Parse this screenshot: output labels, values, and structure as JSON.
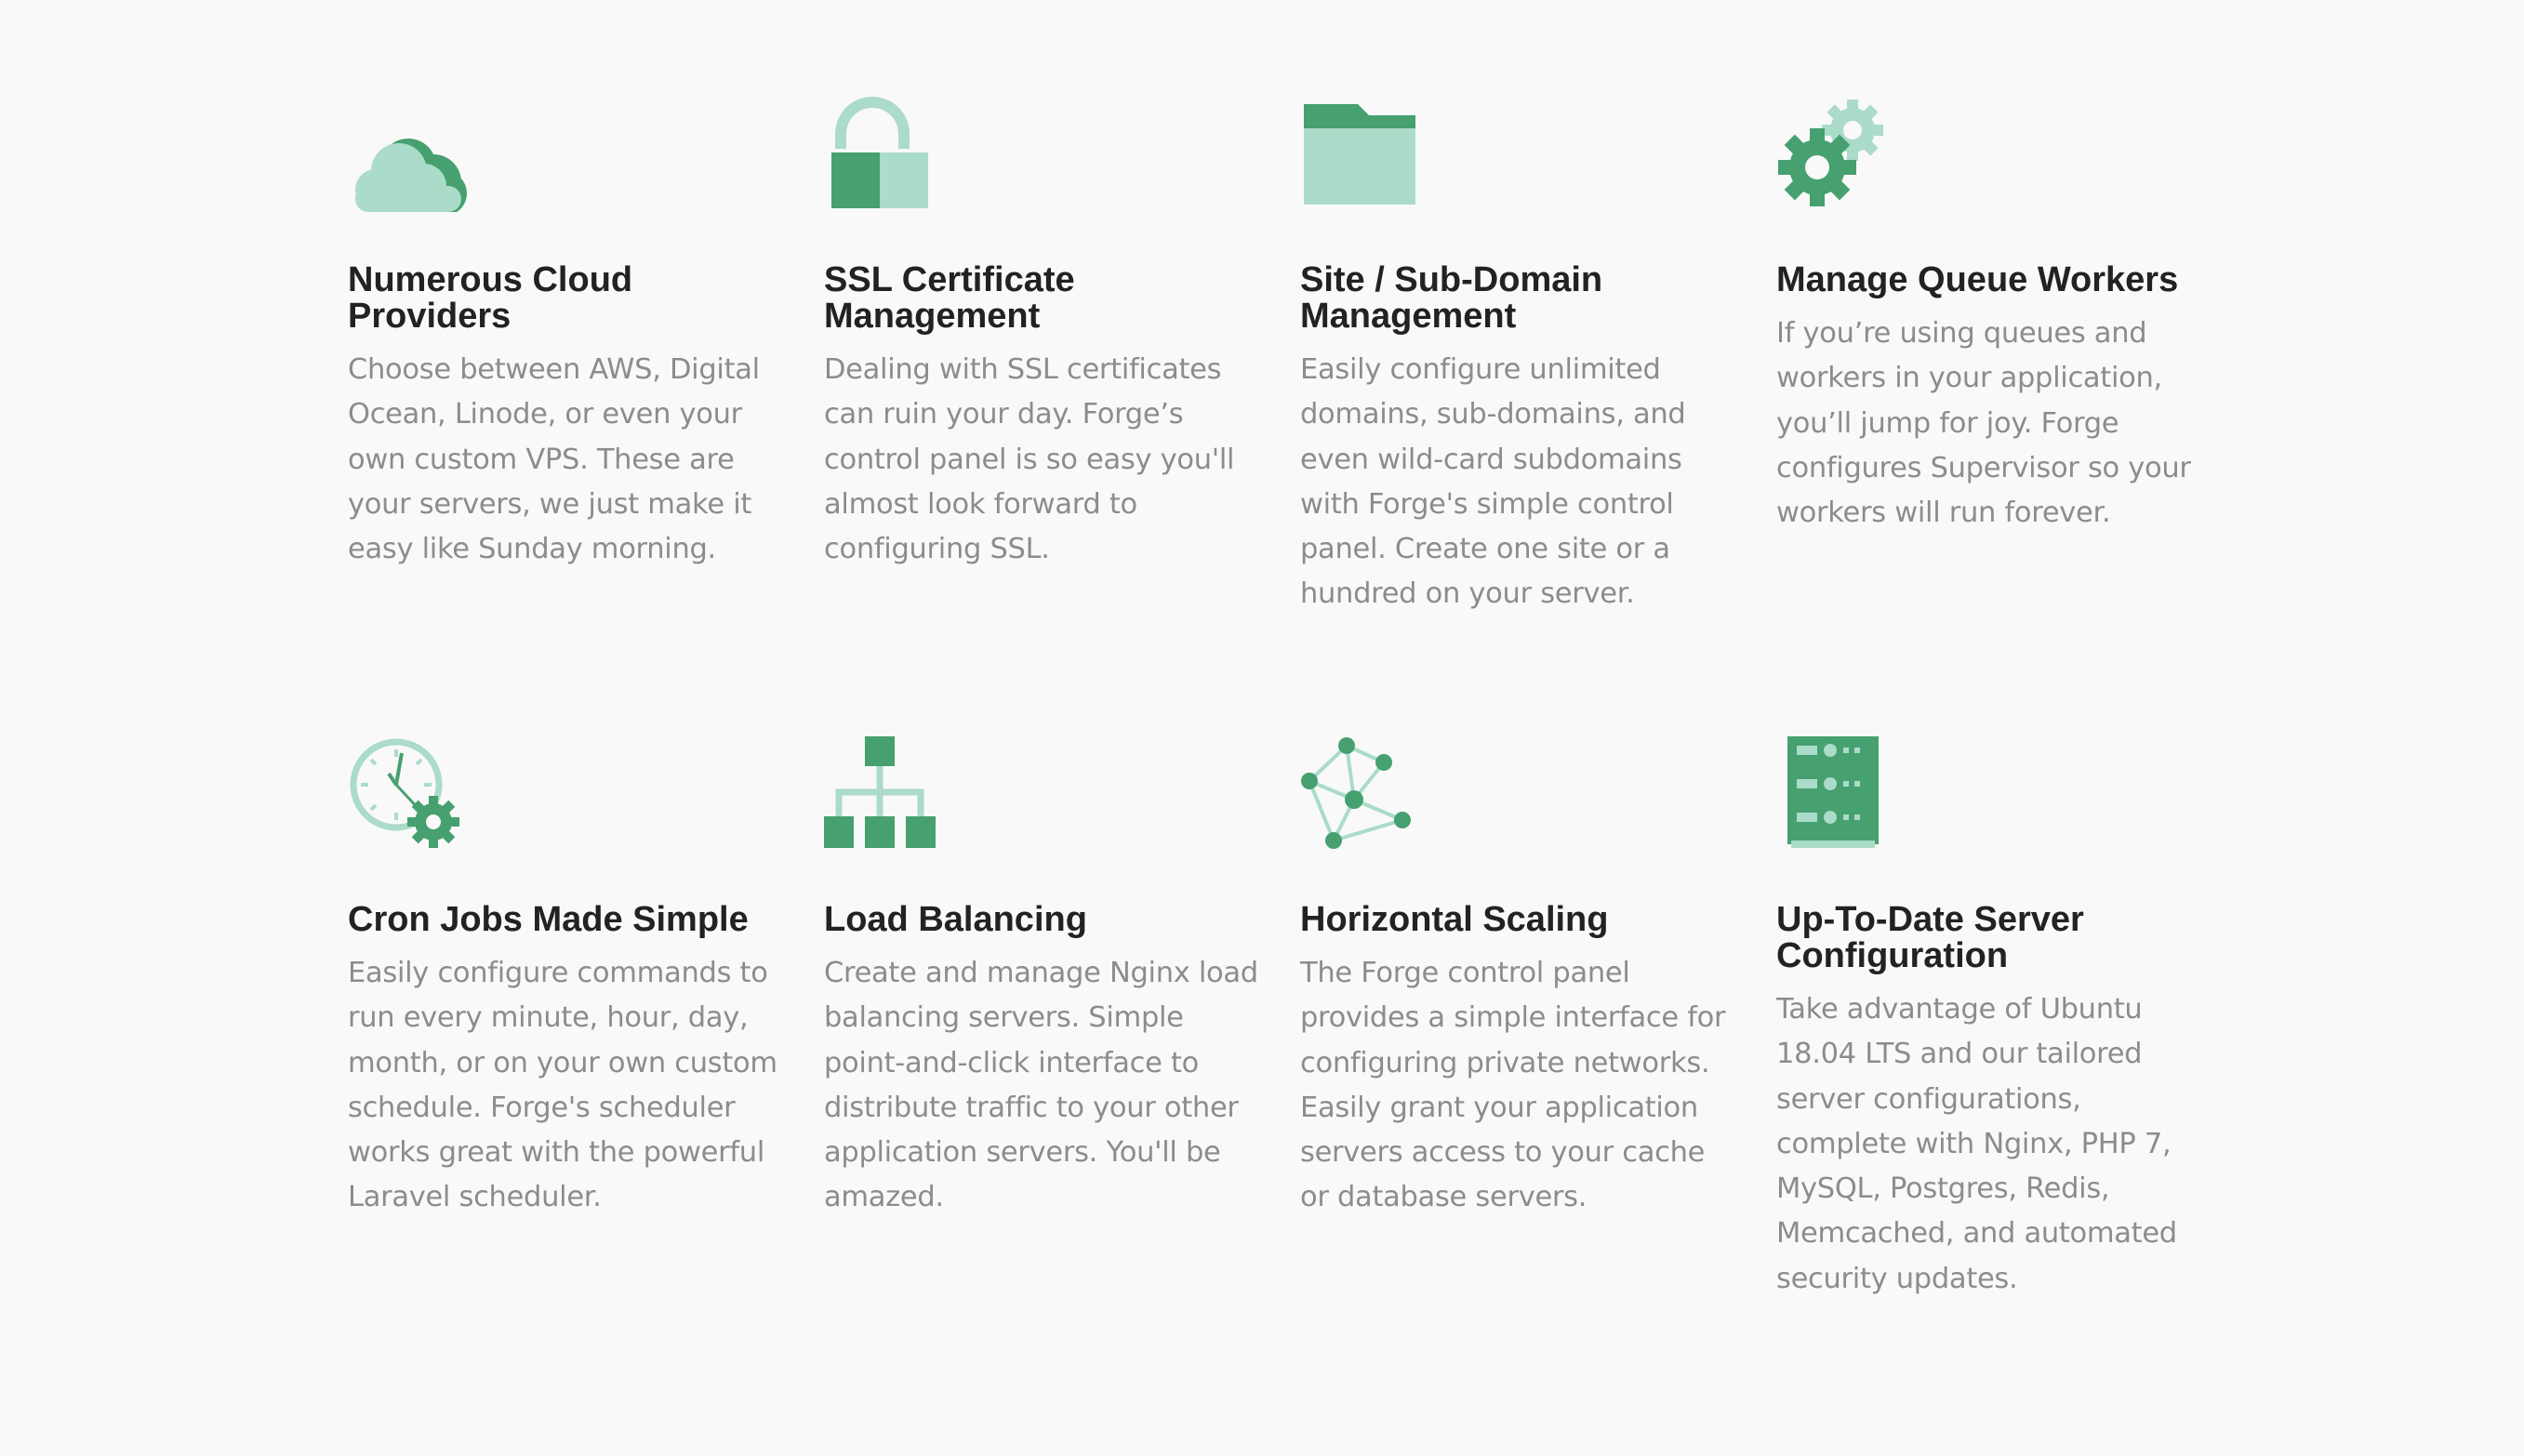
{
  "colors": {
    "accent_dark": "#46a070",
    "accent_light": "#abdbc9",
    "title": "#222222",
    "text": "#8c8c8c",
    "background": "#f9f9f9"
  },
  "features": [
    {
      "icon": "cloud-icon",
      "title": "Numerous Cloud Providers",
      "description": "Choose between AWS, Digital Ocean, Linode, or even your own custom VPS. These are your servers, we just make it easy like Sunday morning."
    },
    {
      "icon": "lock-icon",
      "title": "SSL Certificate Management",
      "description": "Dealing with SSL certificates can ruin your day. Forge’s control panel is so easy you'll almost look forward to configuring SSL."
    },
    {
      "icon": "folder-icon",
      "title": "Site / Sub-Domain Management",
      "description": "Easily configure unlimited domains, sub-domains, and even wild-card subdomains with Forge's simple control panel. Create one site or a hundred on your server."
    },
    {
      "icon": "gears-icon",
      "title": "Manage Queue Workers",
      "description": "If you’re using queues and workers in your application, you’ll jump for joy. Forge configures Supervisor so your workers will run forever."
    },
    {
      "icon": "clock-gear-icon",
      "title": "Cron Jobs Made Simple",
      "description": "Easily configure commands to run every minute, hour, day, month, or on your own custom schedule. Forge's scheduler works great with the powerful Laravel scheduler."
    },
    {
      "icon": "load-balancer-icon",
      "title": "Load Balancing",
      "description": "Create and manage Nginx load balancing servers. Simple point-and-click interface to distribute traffic to your other application servers. You'll be amazed."
    },
    {
      "icon": "network-icon",
      "title": "Horizontal Scaling",
      "description": "The Forge control panel provides a simple interface for configuring private networks. Easily grant your application servers access to your cache or database servers."
    },
    {
      "icon": "server-rack-icon",
      "title": "Up-To-Date Server Configuration",
      "description": "Take advantage of Ubuntu 18.04 LTS and our tailored server configurations, complete with Nginx, PHP 7, MySQL, Postgres, Redis, Memcached, and automated security updates."
    }
  ]
}
